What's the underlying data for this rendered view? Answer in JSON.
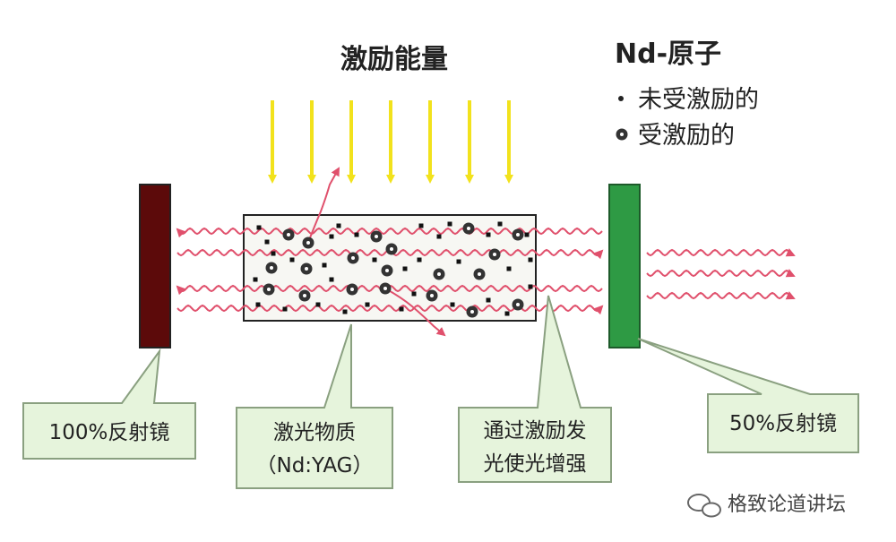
{
  "diagram": {
    "energy_title": "激励能量",
    "legend": {
      "title": "Nd-原子",
      "unexcited_label": "未受激励的",
      "excited_label": "受激励的"
    },
    "callouts": {
      "mirror_100": "100%反射镜",
      "medium_line1": "激光物质",
      "medium_line2": "（Nd:YAG）",
      "amplify_line1": "通过激励发",
      "amplify_line2": "光使光增强",
      "mirror_50": "50%反射镜"
    },
    "watermark": "格致论道讲坛"
  },
  "colors": {
    "pump_arrow": "#f2e21c",
    "mirror_100": "#5c0a0a",
    "mirror_50": "#2e9a44",
    "light_wave": "#e0506c",
    "callout_fill": "#e6f4dc",
    "callout_stroke": "#8aa080"
  }
}
